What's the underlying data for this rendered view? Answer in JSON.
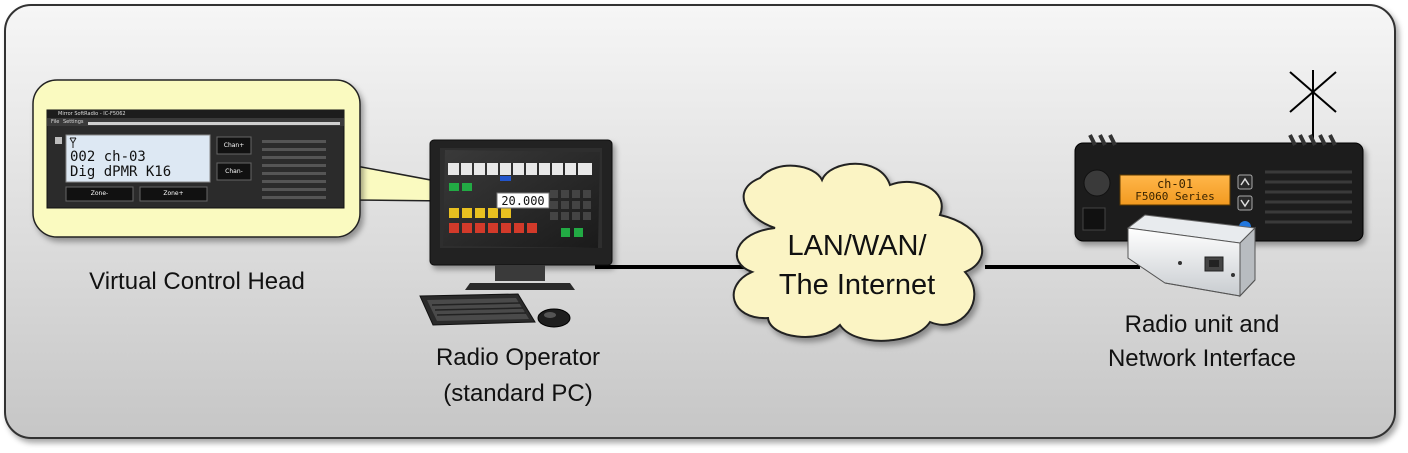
{
  "virtual_control_head": {
    "label": "Virtual Control Head",
    "window_title": "Mirror SoftRadio - IC-F5062",
    "menu_items": [
      "File",
      "Settings"
    ],
    "display_line1": "002 ch-03",
    "display_line2": "Dig dPMR K16",
    "buttons": {
      "chan_up": "Chan+",
      "chan_down": "Chan-",
      "zone_down": "Zone-",
      "zone_up": "Zone+"
    }
  },
  "radio_operator": {
    "label_line1": "Radio Operator",
    "label_line2": "(standard PC)",
    "screen_frequency": "20.000"
  },
  "network": {
    "label_line1": "LAN/WAN/",
    "label_line2": "The Internet"
  },
  "radio_unit": {
    "label_line1": "Radio unit and",
    "label_line2": "Network Interface",
    "lcd_line1": "ch-01",
    "lcd_line2": "F5060 Series"
  },
  "colors": {
    "panel_border": "#333333",
    "callout_fill": "#fafac0",
    "cloud_fill": "#fbf4c4",
    "link_line": "#000000"
  }
}
